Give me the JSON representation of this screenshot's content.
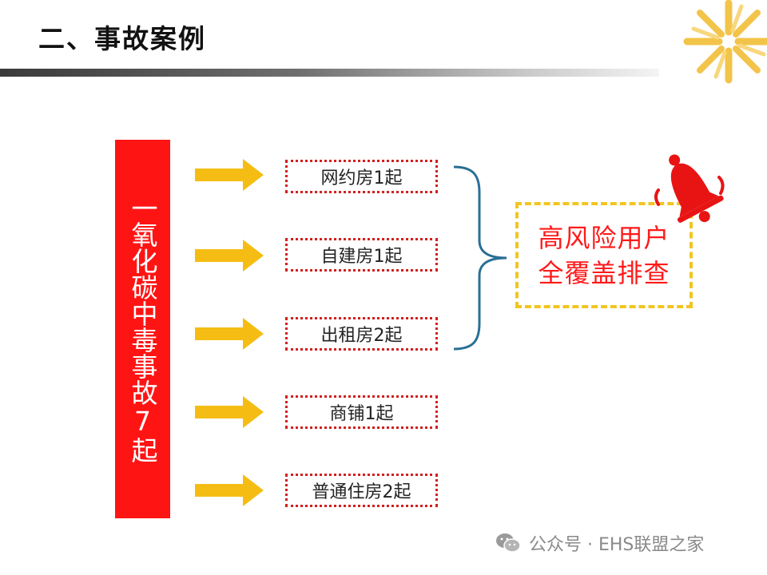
{
  "header": {
    "title": "二、事故案例"
  },
  "left_summary": {
    "text": "一氧化碳中毒事故7起",
    "color": "#ff1414"
  },
  "cases": [
    {
      "label": "网约房1起"
    },
    {
      "label": "自建房1起"
    },
    {
      "label": "出租房2起"
    },
    {
      "label": "商铺1起"
    },
    {
      "label": "普通住房2起"
    }
  ],
  "result": {
    "line1": "高风险用户",
    "line2": "全覆盖排查"
  },
  "watermark": {
    "text": "公众号 · EHS联盟之家"
  },
  "colors": {
    "accent_red": "#ff1414",
    "arrow_yellow": "#f5bd14",
    "brace_blue": "#2a6f96",
    "dashed_yellow": "#f2c521"
  },
  "icons": {
    "logo": "sunburst-logo-icon",
    "bell": "alarm-bell-icon",
    "arrow": "right-arrow-icon",
    "wechat": "wechat-icon"
  }
}
